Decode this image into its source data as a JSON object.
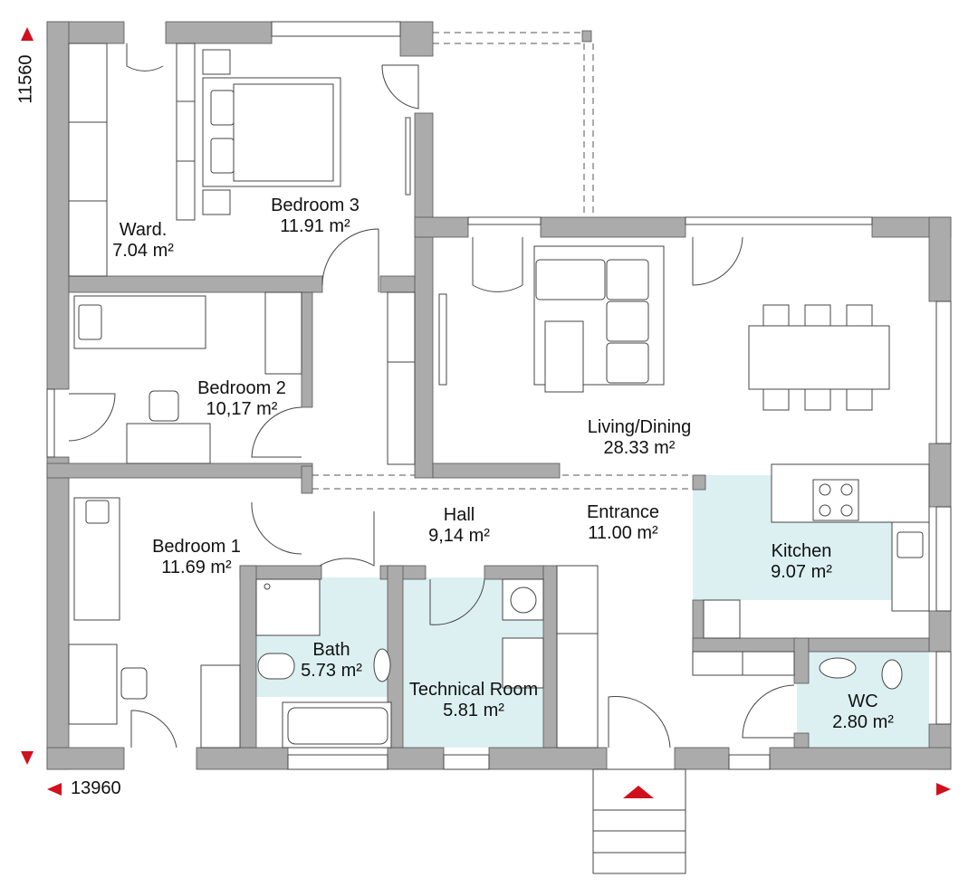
{
  "rooms": [
    {
      "name": "Ward.",
      "area": "7.04 m²"
    },
    {
      "name": "Bedroom 3",
      "area": "11.91 m²"
    },
    {
      "name": "Bedroom 2",
      "area": "10,17 m²"
    },
    {
      "name": "Living/Dining",
      "area": "28.33 m²"
    },
    {
      "name": "Bedroom 1",
      "area": "11.69 m²"
    },
    {
      "name": "Hall",
      "area": "9,14 m²"
    },
    {
      "name": "Entrance",
      "area": "11.00 m²"
    },
    {
      "name": "Kitchen",
      "area": "9.07 m²"
    },
    {
      "name": "Bath",
      "area": "5.73 m²"
    },
    {
      "name": "Technical Room",
      "area": "5.81 m²"
    },
    {
      "name": "WC",
      "area": "2.80 m²"
    }
  ],
  "dimensions": {
    "depth": "11560",
    "width": "13960"
  },
  "colors": {
    "wall": "#ababab",
    "tile": "#dcf0f2",
    "marker": "#d0101c"
  }
}
